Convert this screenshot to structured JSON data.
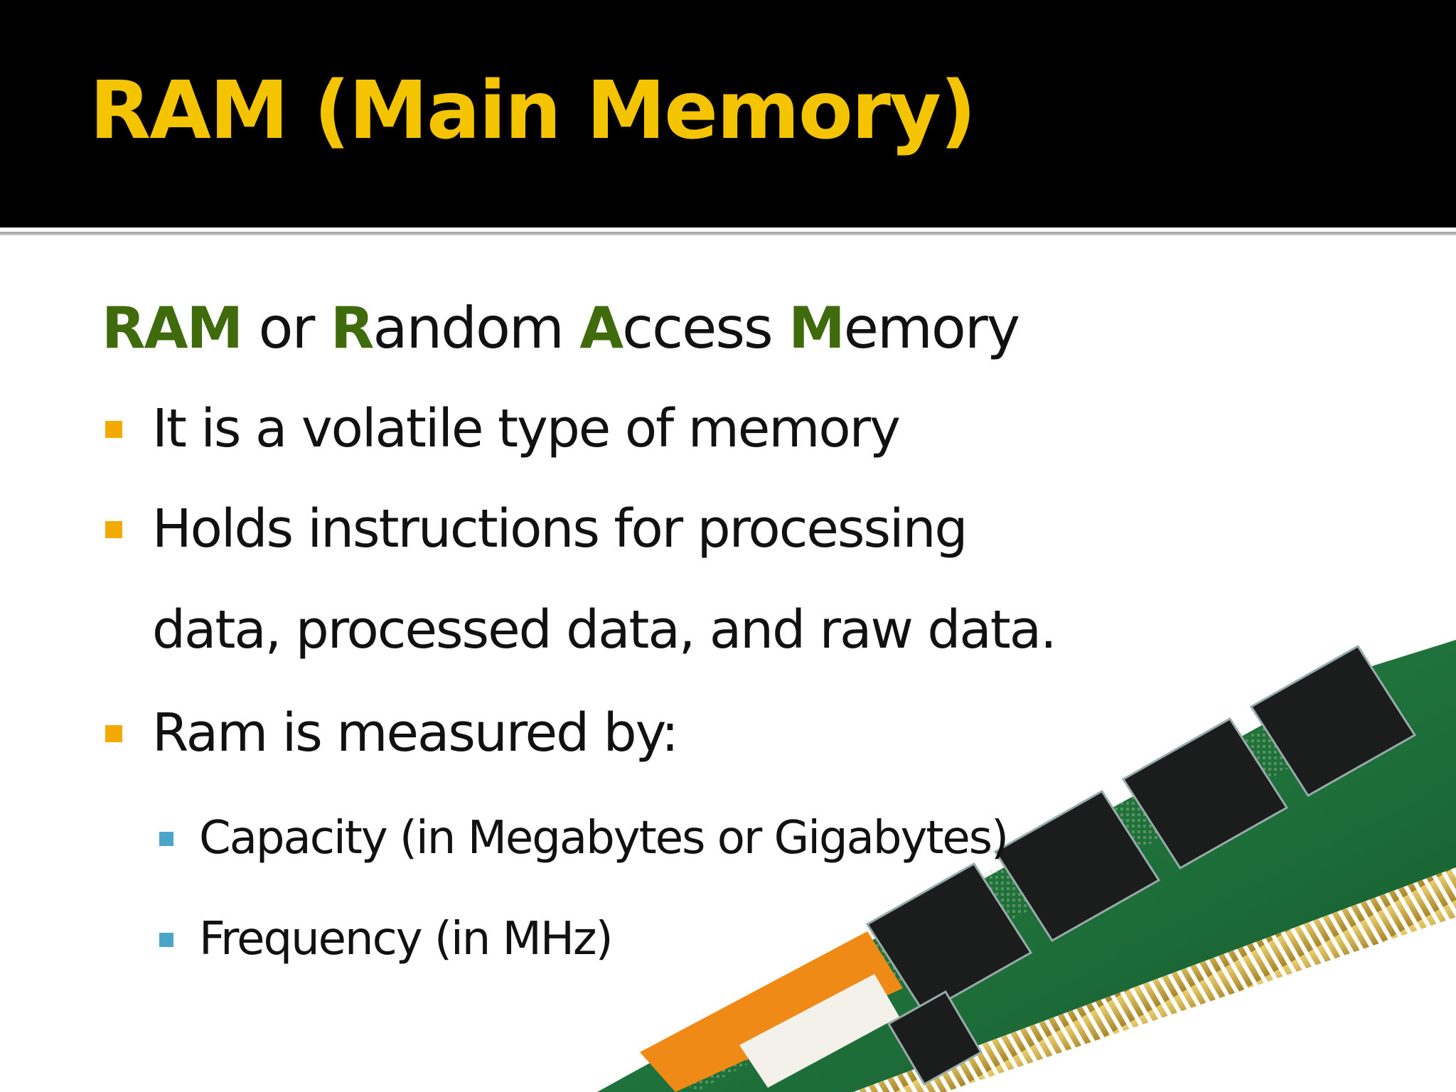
{
  "slide": {
    "title": "RAM (Main Memory)",
    "subtitle_parts": [
      {
        "text": "RAM",
        "accent": true
      },
      {
        "text": " or ",
        "accent": false
      },
      {
        "text": "R",
        "accent": true
      },
      {
        "text": "andom ",
        "accent": false
      },
      {
        "text": "A",
        "accent": true
      },
      {
        "text": "ccess ",
        "accent": false
      },
      {
        "text": "M",
        "accent": true
      },
      {
        "text": "emory",
        "accent": false
      }
    ],
    "bullets": [
      {
        "text": "It is a volatile type of memory"
      },
      {
        "text": "Holds instructions for processing"
      },
      {
        "text": "data, processed data, and raw data."
      },
      {
        "text": "Ram is measured by:"
      }
    ],
    "sub_bullets": [
      {
        "text": "Capacity (in Megabytes or Gigabytes)"
      },
      {
        "text": "Frequency (in MHz)"
      }
    ],
    "image_label": "RAM memory module"
  },
  "colors": {
    "title": "#f5c400",
    "title_bar": "#000000",
    "accent_green": "#3f6b0d",
    "bullet_level1": "#f2a900",
    "bullet_level2": "#4aa6c8",
    "pcb_green": "#1f6b3a",
    "chip": "#1d1f1e",
    "gold": "#c9a13a"
  }
}
